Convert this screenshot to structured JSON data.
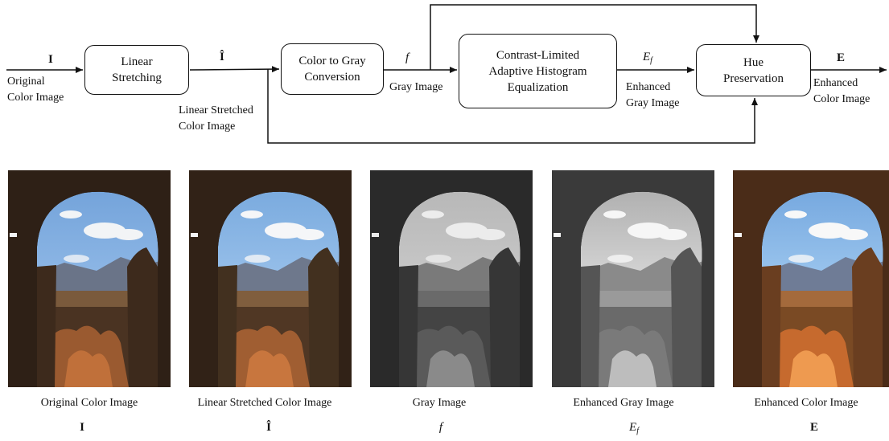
{
  "diagram": {
    "boxes": {
      "linear_stretching": "Linear\nStretching",
      "color_to_gray": "Color to Gray\nConversion",
      "clahe": "Contrast-Limited\nAdaptive Histogram\nEqualization",
      "hue_preservation": "Hue\nPreservation"
    },
    "symbols": {
      "I": "I",
      "I_hat": "Î",
      "f": "f",
      "E_f_main": "E",
      "E_f_sub": "f",
      "E": "E"
    },
    "labels": {
      "original": "Original\nColor Image",
      "stretched": "Linear Stretched\nColor Image",
      "gray": "Gray Image",
      "enhanced_gray": "Enhanced\nGray Image",
      "enhanced_color": "Enhanced\nColor Image"
    }
  },
  "panels": [
    {
      "caption": "Original Color Image",
      "symbol": "I",
      "tone": "original"
    },
    {
      "caption": "Linear Stretched Color Image",
      "symbol": "Î",
      "tone": "stretched"
    },
    {
      "caption": "Gray Image",
      "symbol": "f",
      "tone": "gray"
    },
    {
      "caption": "Enhanced Gray Image",
      "symbol_main": "E",
      "symbol_sub": "f",
      "tone": "enhanced_gray"
    },
    {
      "caption": "Enhanced Color Image",
      "symbol": "E",
      "tone": "enhanced_color"
    }
  ],
  "colors": {
    "line": "#111111",
    "sky": "#8fb8e0",
    "stone": "#3a2a1e",
    "warm": "#c8642a"
  }
}
